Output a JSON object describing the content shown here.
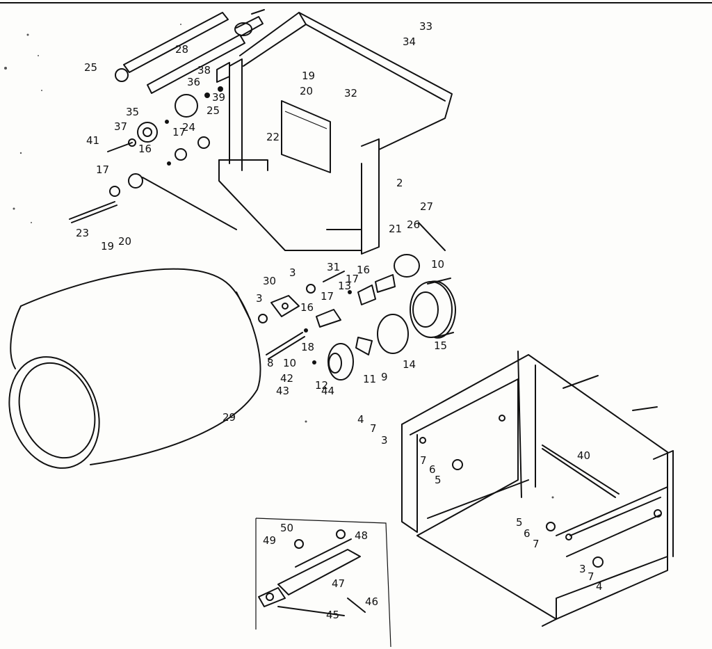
{
  "diagram": {
    "type": "exploded-parts-diagram",
    "part_callouts": [
      "2",
      "3",
      "3",
      "3",
      "3",
      "4",
      "4",
      "5",
      "5",
      "6",
      "6",
      "7",
      "7",
      "7",
      "7",
      "8",
      "9",
      "10",
      "10",
      "11",
      "12",
      "13",
      "14",
      "15",
      "16",
      "16",
      "16",
      "17",
      "17",
      "17",
      "17",
      "18",
      "19",
      "19",
      "20",
      "20",
      "21",
      "22",
      "23",
      "24",
      "25",
      "25",
      "26",
      "27",
      "28",
      "29",
      "30",
      "31",
      "32",
      "33",
      "34",
      "35",
      "36",
      "37",
      "38",
      "39",
      "40",
      "41",
      "42",
      "43",
      "44",
      "45",
      "46",
      "47",
      "48",
      "49",
      "50"
    ]
  }
}
